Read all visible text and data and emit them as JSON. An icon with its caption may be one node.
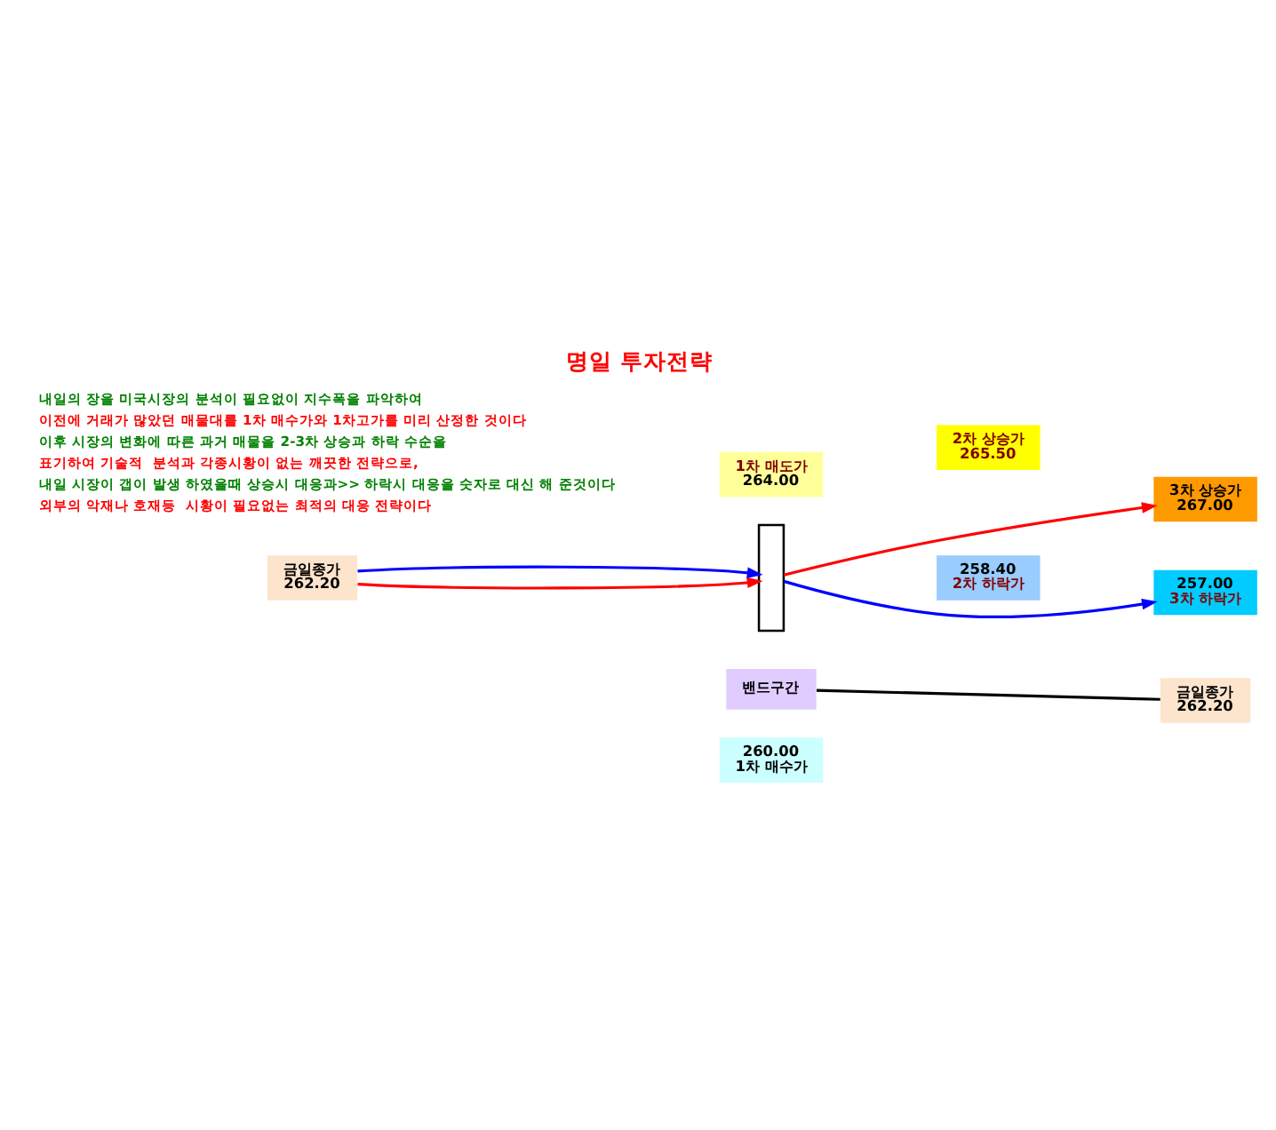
{
  "diagram": {
    "title": "명일 투자전략",
    "nodes": [
      {
        "text": [
          "금일종가",
          "262.20"
        ]
      },
      {
        "text": [
          "1차 매도가",
          "264.00"
        ]
      },
      {
        "text": [
          "2차 상승가",
          "265.50"
        ]
      },
      {
        "text": [
          "3차 상승가",
          "267.00"
        ]
      },
      {
        "text": [],
        "shape": "bar"
      },
      {
        "text": [
          "밴드구간"
        ]
      },
      {
        "text": [
          "금일종가",
          "262.20"
        ]
      },
      {
        "text": [
          "260.00",
          "1차 매수가"
        ]
      },
      {
        "text": [
          "258.40",
          "2차 하락가"
        ]
      },
      {
        "text": [
          "257.00",
          "3차 하락가"
        ]
      }
    ],
    "edges": [
      {
        "from": 0,
        "to": 4,
        "arrow": "to",
        "color": "#ff0000"
      },
      {
        "from": 0,
        "to": 4,
        "arrow": "to",
        "color": "#0000ff"
      },
      {
        "from": 4,
        "to": 3,
        "arrow": "to",
        "color": "#ff0000"
      },
      {
        "from": 4,
        "to": 9,
        "arrow": "to",
        "color": "#0000ff"
      },
      {
        "from": 5,
        "to": 6,
        "arrow": "none",
        "color": "#000000"
      }
    ],
    "labels": [
      "내일의 장을 미국시장의 분석이 필요없이 지수폭을 파악하여",
      "이전에 거래가 많았던 매물대를 1차 매수가와 1차고가를 미리 산정한 것이다",
      "이후 시장의 변화에 따른 과거 매물을 2-3차 상승과 하락 수순을",
      "표기하여 기술적  분석과 각종시황이 없는 깨끗한 전략으로,",
      "내일 시장이 갭이 발생 하였을때 상승시 대응과>> 하락시 대응을 숫자로 대신 해 준것이다",
      "외부의 악재나 호재등  시황이 필요없는 최적의 대응 전략이다"
    ]
  }
}
